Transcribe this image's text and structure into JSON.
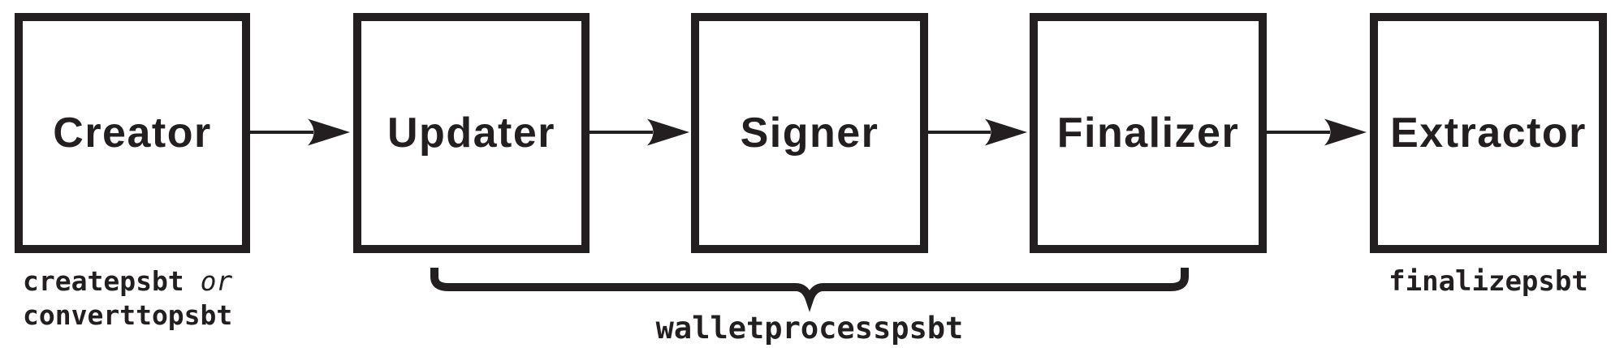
{
  "colors": {
    "ink": "#231f20",
    "background": "#ffffff"
  },
  "diagram": {
    "boxes": [
      {
        "label": "Creator"
      },
      {
        "label": "Updater"
      },
      {
        "label": "Signer"
      },
      {
        "label": "Finalizer"
      },
      {
        "label": "Extractor"
      }
    ],
    "annotations": {
      "creator": {
        "command1": "createpsbt",
        "conjunction": "or",
        "command2": "converttopsbt"
      },
      "wallet_process": {
        "command": "walletprocesspsbt"
      },
      "extractor": {
        "command": "finalizepsbt"
      }
    }
  }
}
